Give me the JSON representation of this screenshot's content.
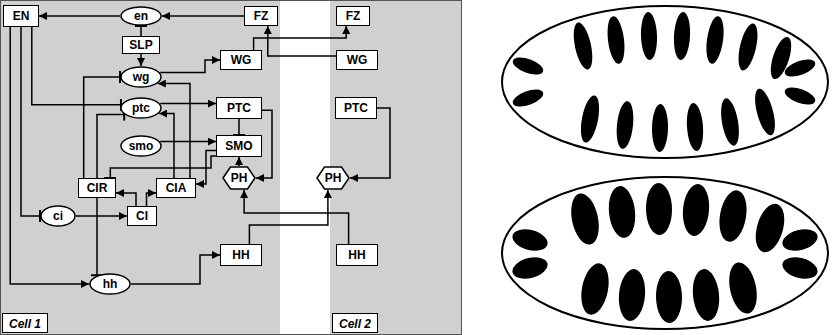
{
  "diagram": {
    "nodes": [
      {
        "text": [
          "Cell 1"
        ]
      },
      {
        "text": [
          "EN"
        ],
        "in": 0
      },
      {
        "text": [
          "en"
        ],
        "in": 0
      },
      {
        "text": [
          "FZ"
        ],
        "in": 0
      },
      {
        "text": [
          "SLP"
        ],
        "in": 0
      },
      {
        "text": [
          "WG"
        ],
        "in": 0
      },
      {
        "text": [
          "wg"
        ],
        "in": 0
      },
      {
        "text": [
          "ptc"
        ],
        "in": 0
      },
      {
        "text": [
          "PTC"
        ],
        "in": 0
      },
      {
        "text": [
          "smo"
        ],
        "in": 0
      },
      {
        "text": [
          "SMO"
        ],
        "in": 0
      },
      {
        "text": [
          "CIR"
        ],
        "in": 0
      },
      {
        "text": [
          "CIA"
        ],
        "in": 0
      },
      {
        "text": [
          "PH"
        ],
        "in": 0
      },
      {
        "text": [
          "ci"
        ],
        "in": 0
      },
      {
        "text": [
          "CI"
        ],
        "in": 0
      },
      {
        "text": [
          "hh"
        ],
        "in": 0
      },
      {
        "text": [
          "HH"
        ],
        "in": 0
      },
      {
        "text": [
          "Cell 2"
        ]
      },
      {
        "text": [
          "FZ"
        ],
        "in": 18
      },
      {
        "text": [
          "WG"
        ],
        "in": 18
      },
      {
        "text": [
          "PTC"
        ],
        "in": 18
      },
      {
        "text": [
          "PH"
        ],
        "in": 18
      },
      {
        "text": [
          "HH"
        ],
        "in": 18
      }
    ],
    "edges": [
      {
        "from": 3,
        "to": 2,
        "arrow": "to"
      },
      {
        "from": 2,
        "to": 1,
        "arrow": "to"
      },
      {
        "from": 4,
        "to": 2,
        "arrow": "to"
      },
      {
        "from": 4,
        "to": 6,
        "arrow": "to"
      },
      {
        "from": 5,
        "to": 19,
        "arrow": "to"
      },
      {
        "from": 20,
        "to": 3,
        "arrow": "to"
      },
      {
        "from": 6,
        "to": 5,
        "arrow": "to"
      },
      {
        "from": 1,
        "to": 7,
        "arrow": "to"
      },
      {
        "from": 11,
        "to": 6,
        "arrow": "to"
      },
      {
        "from": 12,
        "to": 6,
        "arrow": "to"
      },
      {
        "from": 7,
        "to": 8,
        "arrow": "to"
      },
      {
        "from": 11,
        "to": 7,
        "arrow": "to"
      },
      {
        "from": 12,
        "to": 7,
        "arrow": "to"
      },
      {
        "from": 8,
        "to": 10,
        "arrow": "to"
      },
      {
        "from": 9,
        "to": 10,
        "arrow": "to"
      },
      {
        "from": 8,
        "to": 13,
        "arrow": "to"
      },
      {
        "from": 21,
        "to": 22,
        "arrow": "to"
      },
      {
        "from": 13,
        "to": 10,
        "arrow": "to"
      },
      {
        "from": 10,
        "to": 12,
        "arrow": "to"
      },
      {
        "from": 10,
        "to": 11,
        "arrow": "to"
      },
      {
        "from": 15,
        "to": 11,
        "arrow": "to"
      },
      {
        "from": 15,
        "to": 12,
        "arrow": "to"
      },
      {
        "from": 14,
        "to": 15,
        "arrow": "to"
      },
      {
        "from": 1,
        "to": 14,
        "arrow": "to"
      },
      {
        "from": 1,
        "to": 16,
        "arrow": "to"
      },
      {
        "from": 11,
        "to": 16,
        "arrow": "to"
      },
      {
        "from": 16,
        "to": 17,
        "arrow": "to"
      },
      {
        "from": 17,
        "to": 22,
        "arrow": "to"
      },
      {
        "from": 23,
        "to": 13,
        "arrow": "to"
      }
    ]
  }
}
